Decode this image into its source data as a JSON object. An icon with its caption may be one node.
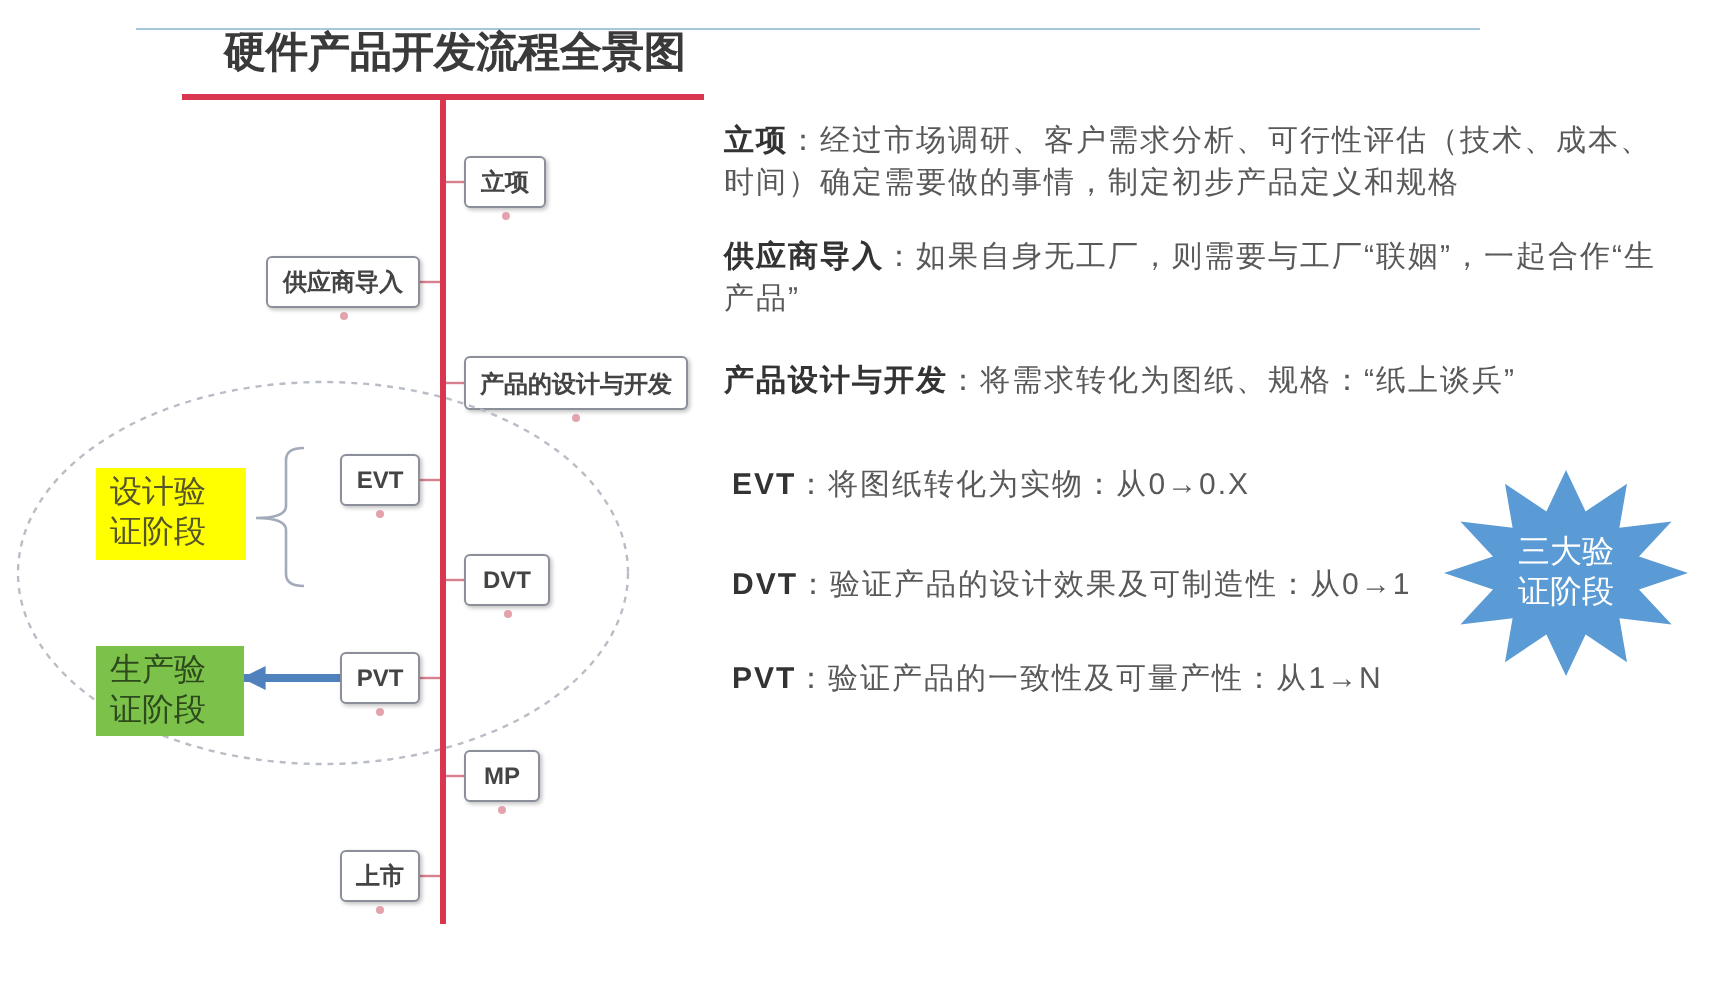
{
  "diagram": {
    "title": "硬件产品开发流程全景图",
    "nodes": [
      {
        "text": [],
        "shape": "bar"
      },
      {
        "text": [
          "立项"
        ]
      },
      {
        "text": [
          "供应商导入"
        ]
      },
      {
        "text": [
          "产品的设计与开发"
        ]
      },
      {
        "text": [],
        "shape": "ellipse"
      },
      {
        "text": [
          "设计验证阶段"
        ],
        "in": 4
      },
      {
        "text": [
          "EVT"
        ],
        "in": 4
      },
      {
        "text": [
          "DVT"
        ],
        "in": 4
      },
      {
        "text": [
          "生产验证阶段"
        ],
        "in": 4
      },
      {
        "text": [
          "PVT"
        ],
        "in": 4
      },
      {
        "text": [
          "MP"
        ]
      },
      {
        "text": [
          "上市"
        ]
      },
      {
        "text": [
          "三大验证阶段"
        ]
      }
    ],
    "edges": [
      {
        "from": 0,
        "to": 1,
        "arrow": "none"
      },
      {
        "from": 0,
        "to": 2,
        "arrow": "none"
      },
      {
        "from": 0,
        "to": 3,
        "arrow": "none"
      },
      {
        "from": 0,
        "to": 6,
        "arrow": "none"
      },
      {
        "from": 0,
        "to": 7,
        "arrow": "none"
      },
      {
        "from": 0,
        "to": 9,
        "arrow": "none"
      },
      {
        "from": 0,
        "to": 10,
        "arrow": "none"
      },
      {
        "from": 0,
        "to": 11,
        "arrow": "none"
      },
      {
        "from": 9,
        "to": 8,
        "arrow": "to",
        "style": "thick",
        "color": "#4f81bd"
      }
    ],
    "labels": [
      "**立项**：经过市场调研、客户需求分析、可行性评估（技术、成本、时间）确定需要做的事情，制定初步产品定义和规格",
      "**供应商导入**：如果自身无工厂，则需要与工厂“联姻”，一起合作“生产品”",
      "**产品设计与开发**：将需求转化为图纸、规格：“纸上谈兵”",
      "**EVT**：将图纸转化为实物：从0→0.X",
      "**DVT**：验证产品的设计效果及可制造性：从0→1",
      "**PVT**：验证产品的一致性及可量产性：从1→N"
    ]
  }
}
